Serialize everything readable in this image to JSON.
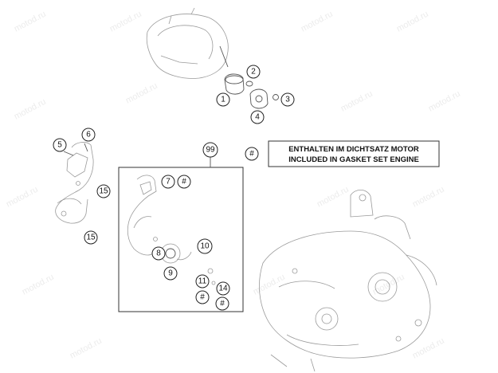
{
  "watermark": "motod.ru",
  "callouts": {
    "c1": "1",
    "c2": "2",
    "c3": "3",
    "c4": "4",
    "c5": "5",
    "c6": "6",
    "c7": "7",
    "c8": "8",
    "c9": "9",
    "c10": "10",
    "c11": "11",
    "c14": "14",
    "c15a": "15",
    "c15b": "15",
    "c99": "99",
    "h1": "#",
    "h2": "#",
    "h3": "#",
    "h_legend": "#"
  },
  "legend": {
    "line1": "ENTHALTEN IM DICHTSATZ MOTOR",
    "line2": "INCLUDED IN GASKET SET ENGINE"
  }
}
